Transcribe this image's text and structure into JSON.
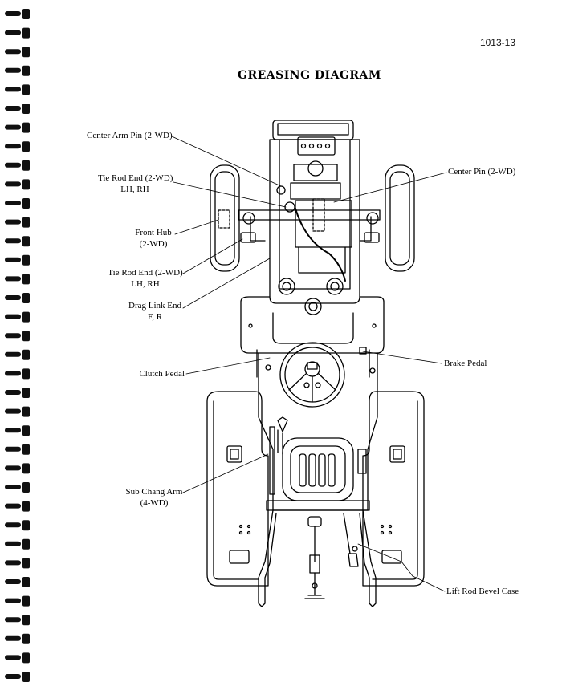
{
  "page": {
    "number": "1013-13",
    "title": "GREASING DIAGRAM"
  },
  "callouts": {
    "center_arm_pin": {
      "line1": "Center Arm Pin (2-WD)"
    },
    "tie_rod_end_top": {
      "line1": "Tie Rod End (2-WD)",
      "line2": "LH, RH"
    },
    "front_hub": {
      "line1": "Front Hub",
      "line2": "(2-WD)"
    },
    "tie_rod_end_bottom": {
      "line1": "Tie Rod End (2-WD)",
      "line2": "LH, RH"
    },
    "drag_link_end": {
      "line1": "Drag Link End",
      "line2": "F, R"
    },
    "clutch_pedal": {
      "line1": "Clutch Pedal"
    },
    "sub_chang_arm": {
      "line1": "Sub Chang Arm",
      "line2": "(4-WD)"
    },
    "center_pin": {
      "line1": "Center Pin (2-WD)"
    },
    "brake_pedal": {
      "line1": "Brake Pedal"
    },
    "lift_rod_bevel_case": {
      "line1": "Lift Rod Bevel Case"
    }
  },
  "colors": {
    "ink": "#000000",
    "paper": "#ffffff",
    "binding": "#111111"
  }
}
